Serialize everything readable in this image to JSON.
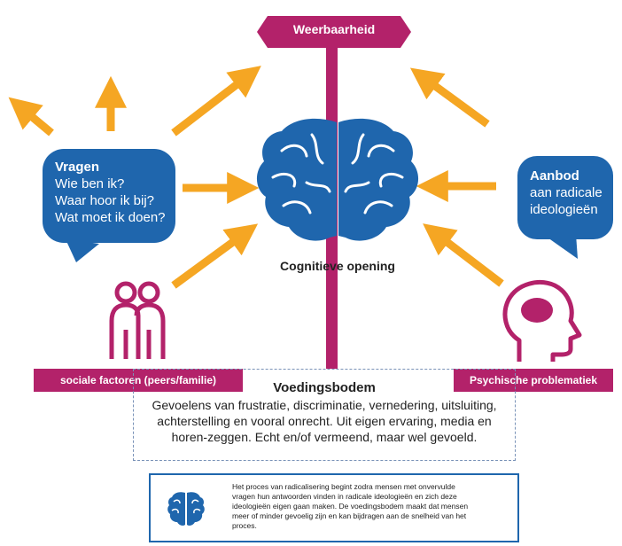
{
  "signpost": {
    "label": "Weerbaarheid"
  },
  "center": {
    "label": "Cognitieve opening"
  },
  "left_bubble": {
    "title": "Vragen",
    "lines": [
      "Wie ben ik?",
      "Waar hoor ik bij?",
      "Wat moet ik doen?"
    ]
  },
  "right_bubble": {
    "title": "Aanbod",
    "lines": [
      "aan radicale",
      "ideologieën"
    ]
  },
  "left_label": "sociale factoren (peers/familie)",
  "right_label": "Psychische problematiek",
  "voedingsbodem": {
    "title": "Voedingsbodem",
    "lines": [
      "Gevoelens van frustratie, discriminatie, vernedering, uitsluiting,",
      "achterstelling en vooral onrecht. Uit eigen ervaring, media en",
      "horen-zeggen. Echt en/of vermeend, maar wel gevoeld."
    ]
  },
  "note": {
    "lines": [
      "Het proces van radicalisering begint zodra mensen met onvervulde",
      "vragen hun antwoorden vinden in radicale ideologieën en zich deze",
      "ideologieën eigen gaan maken. De voedingsbodem maakt dat mensen",
      "meer of minder gevoelig zijn en kan bijdragen aan de snelheid van het",
      "proces."
    ]
  },
  "colors": {
    "blue": "#1f66ad",
    "magenta": "#b3226a",
    "orange": "#f5a623"
  },
  "icons": {
    "center": "brain-icon",
    "left_figure": "people-icon",
    "right_figure": "head-brain-icon",
    "note": "brain-icon"
  }
}
